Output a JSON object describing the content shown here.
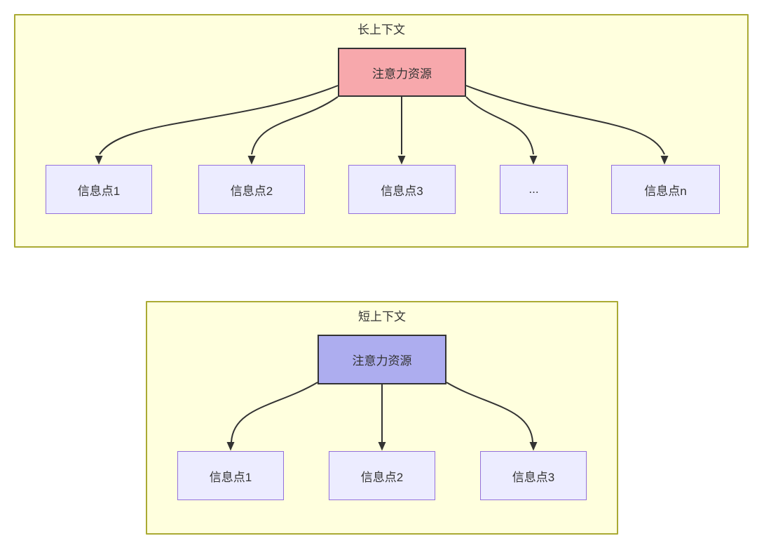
{
  "colors": {
    "container-fill": "#ffffde",
    "container-border": "#aaaa33",
    "node-fill": "#ececff",
    "node-border": "#9370db",
    "attention-long-fill": "#f7a8ac",
    "attention-short-fill": "#adadef",
    "attention-border": "#333333",
    "edge": "#333333",
    "text": "#333333"
  },
  "diagram": {
    "sections": [
      {
        "title": "长上下文",
        "attention": {
          "label": "注意力资源"
        },
        "nodes": [
          {
            "label": "信息点1"
          },
          {
            "label": "信息点2"
          },
          {
            "label": "信息点3"
          },
          {
            "label": "..."
          },
          {
            "label": "信息点n"
          }
        ]
      },
      {
        "title": "短上下文",
        "attention": {
          "label": "注意力资源"
        },
        "nodes": [
          {
            "label": "信息点1"
          },
          {
            "label": "信息点2"
          },
          {
            "label": "信息点3"
          }
        ]
      }
    ]
  }
}
